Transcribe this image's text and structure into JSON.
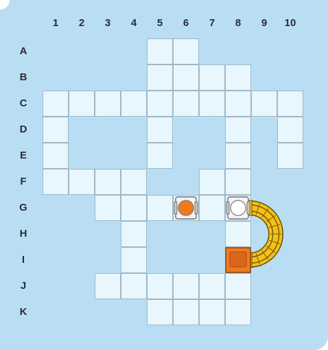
{
  "columns": [
    "1",
    "2",
    "3",
    "4",
    "5",
    "6",
    "7",
    "8",
    "9",
    "10"
  ],
  "rows": [
    "A",
    "B",
    "C",
    "D",
    "E",
    "F",
    "G",
    "H",
    "I",
    "J",
    "K"
  ],
  "cells": [
    "A5",
    "A6",
    "B5",
    "B6",
    "B7",
    "B8",
    "C1",
    "C2",
    "C3",
    "C4",
    "C5",
    "C6",
    "C7",
    "C8",
    "C9",
    "C10",
    "D1",
    "D5",
    "D8",
    "D10",
    "E1",
    "E5",
    "E8",
    "E10",
    "F1",
    "F2",
    "F3",
    "F4",
    "F7",
    "F8",
    "G3",
    "G4",
    "G5",
    "G6",
    "G7",
    "G8",
    "H4",
    "H8",
    "I4",
    "J3",
    "J4",
    "J5",
    "J6",
    "J7",
    "J8",
    "K5",
    "K6",
    "K7",
    "K8"
  ],
  "pieces": [
    {
      "type": "ball-launcher",
      "cell": "G6",
      "ball_color": "#f07a1a"
    },
    {
      "type": "ball-catcher",
      "cell": "G8",
      "ball_color": "#ffffff"
    },
    {
      "type": "orange-block",
      "cell": "I8",
      "color": "#ef7a1e"
    },
    {
      "type": "curved-track",
      "from": "G8",
      "to": "I8",
      "color": "#f2c21b"
    }
  ],
  "colors": {
    "board": "#b9def3",
    "cell": "#e8f6fd",
    "cell_border": "#9fb6c6",
    "label": "#2b2b33"
  }
}
